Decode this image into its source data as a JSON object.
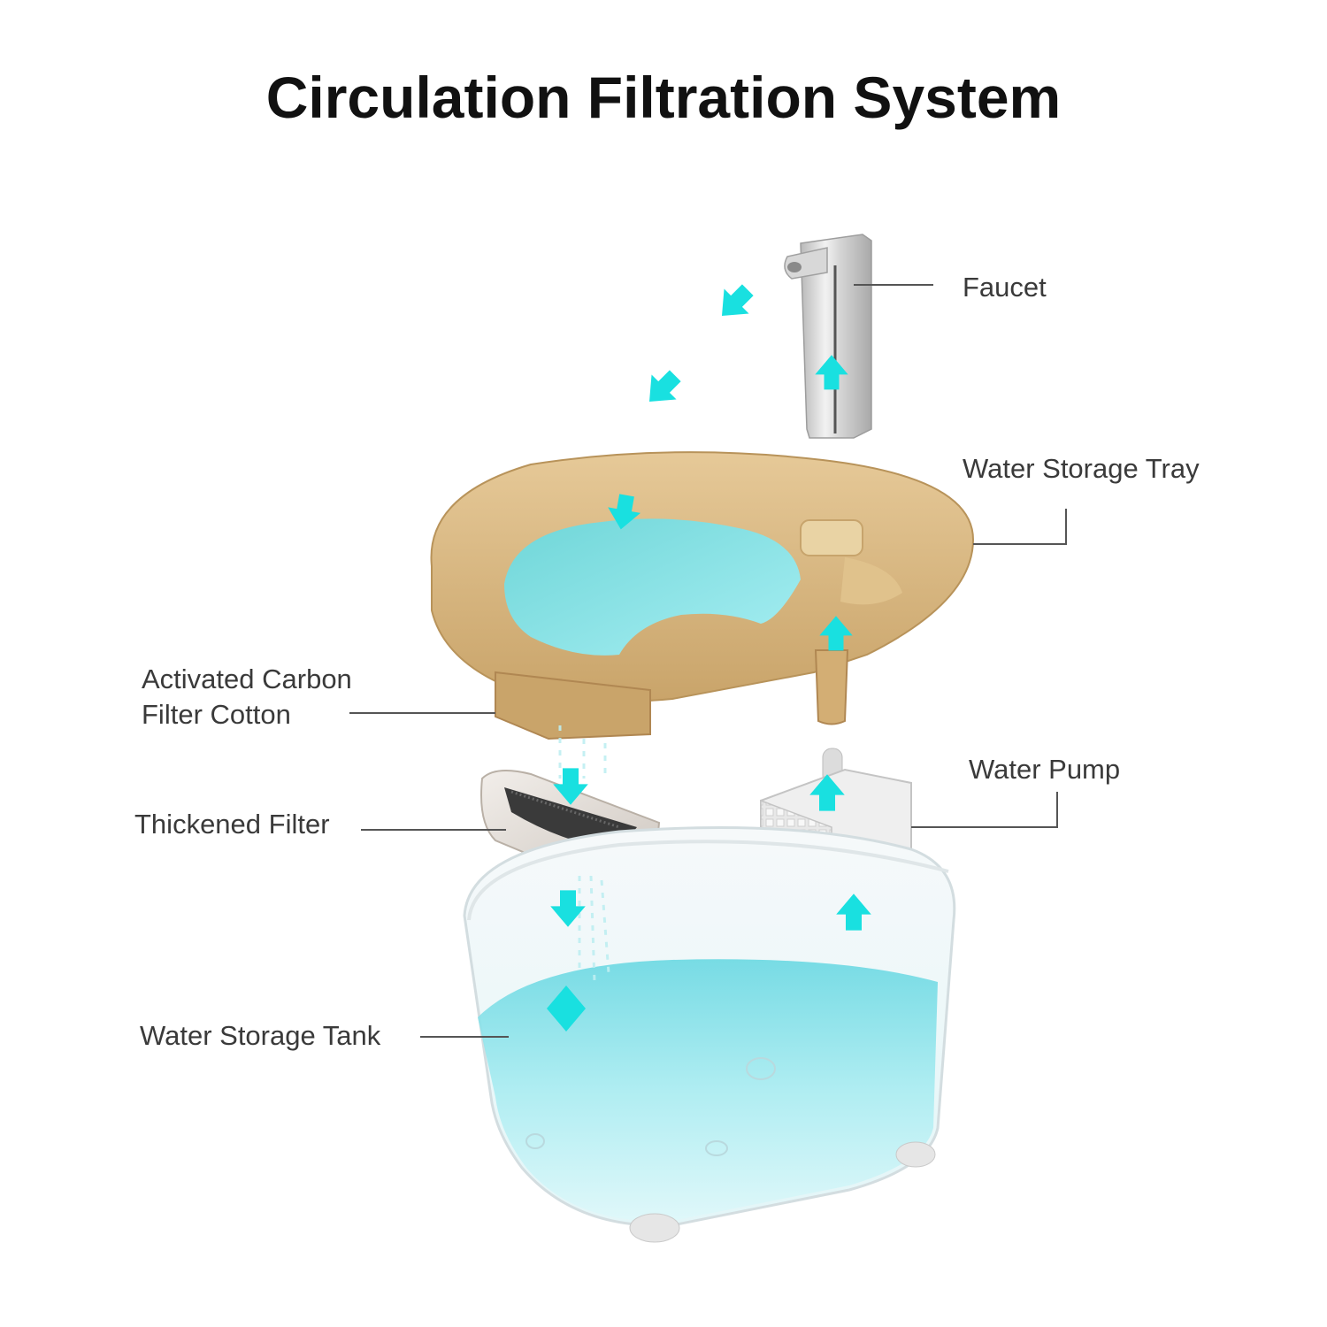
{
  "title": "Circulation Filtration System",
  "colors": {
    "arrow": "#19e0e0",
    "tray": "#d9b77c",
    "tray_shadow": "#b8935a",
    "water": "#7fe0e6",
    "tank": "#eef8fa",
    "faucet": "#c9c9c9",
    "filter": "#e2dcd6",
    "pump": "#e6e6e6",
    "leader_line": "#555555",
    "label_text": "#3a3a3a"
  },
  "components": [
    {
      "id": "faucet",
      "label": "Faucet"
    },
    {
      "id": "tray",
      "label": "Water Storage Tray"
    },
    {
      "id": "carbon",
      "label_lines": [
        "Activated Carbon",
        "Filter Cotton"
      ]
    },
    {
      "id": "pump",
      "label": "Water Pump"
    },
    {
      "id": "filter",
      "label": "Thickened Filter"
    },
    {
      "id": "tank",
      "label": "Water Storage Tank"
    }
  ],
  "flow": {
    "arrows": [
      {
        "name": "faucet-out-1",
        "direction": "down-left"
      },
      {
        "name": "faucet-out-2",
        "direction": "down-left"
      },
      {
        "name": "faucet-up",
        "direction": "up"
      },
      {
        "name": "tray-in",
        "direction": "down"
      },
      {
        "name": "tray-outlet-up",
        "direction": "up"
      },
      {
        "name": "filter-in",
        "direction": "down"
      },
      {
        "name": "pump-up",
        "direction": "up"
      },
      {
        "name": "filter-out",
        "direction": "down"
      },
      {
        "name": "tank-to-pump",
        "direction": "up"
      },
      {
        "name": "tank-water",
        "direction": "up-down"
      }
    ]
  }
}
